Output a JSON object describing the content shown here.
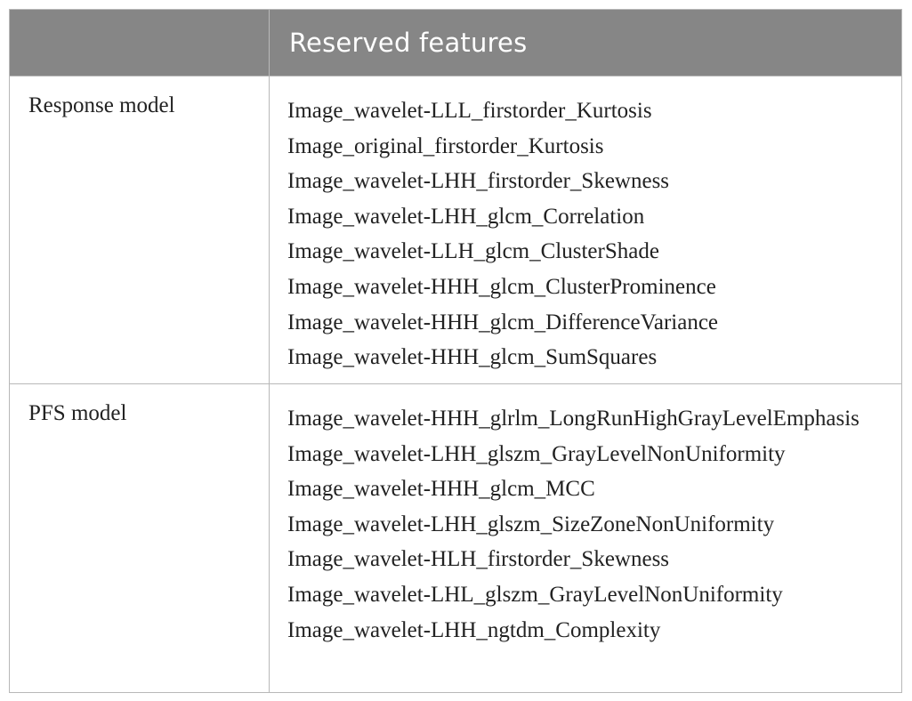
{
  "header": {
    "col1": "",
    "col2": "Reserved features"
  },
  "rows": [
    {
      "label": "Response model",
      "features": [
        "Image_wavelet-LLL_firstorder_Kurtosis",
        "Image_original_firstorder_Kurtosis",
        "Image_wavelet-LHH_firstorder_Skewness",
        "Image_wavelet-LHH_glcm_Correlation",
        "Image_wavelet-LLH_glcm_ClusterShade",
        "Image_wavelet-HHH_glcm_ClusterProminence",
        "Image_wavelet-HHH_glcm_DifferenceVariance",
        "Image_wavelet-HHH_glcm_SumSquares"
      ]
    },
    {
      "label": "PFS model",
      "features": [
        "Image_wavelet-HHH_glrlm_LongRunHighGrayLevelEmphasis",
        "Image_wavelet-LHH_glszm_GrayLevelNonUniformity",
        "Image_wavelet-HHH_glcm_MCC",
        "Image_wavelet-LHH_glszm_SizeZoneNonUniformity",
        "Image_wavelet-HLH_firstorder_Skewness",
        "Image_wavelet-LHL_glszm_GrayLevelNonUniformity",
        "Image_wavelet-LHH_ngtdm_Complexity"
      ]
    }
  ]
}
